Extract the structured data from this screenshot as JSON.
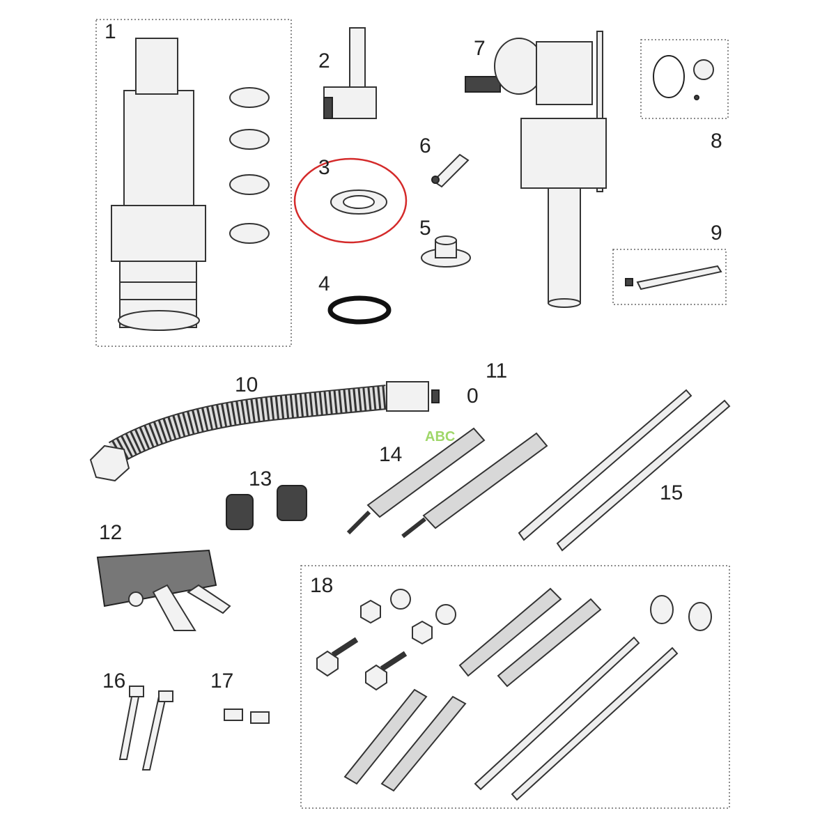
{
  "diagram": {
    "title": "Parts diagram",
    "highlight_color": "#d42a2a",
    "highlighted_part": "3",
    "watermark": "ABC",
    "labels": {
      "p1": "1",
      "p2": "2",
      "p3": "3",
      "p4": "4",
      "p5": "5",
      "p6": "6",
      "p7": "7",
      "p8": "8",
      "p9": "9",
      "p10": "10",
      "p11": "11",
      "p12": "12",
      "p13": "13",
      "p14": "14",
      "p15": "15",
      "p16": "16",
      "p17": "17",
      "p18": "18"
    },
    "part11_glyph": "0"
  }
}
